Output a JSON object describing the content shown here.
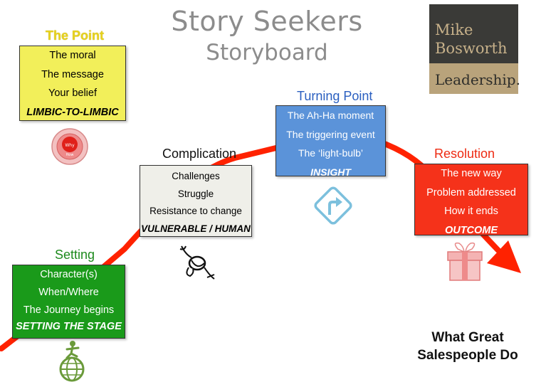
{
  "title": {
    "line1": "Story Seekers",
    "line2": "Storyboard"
  },
  "logo": {
    "line1": "Mike",
    "line2": "Bosworth",
    "line3": "Leadership."
  },
  "point": {
    "heading": "The Point",
    "lines": [
      "The moral",
      "The message",
      "Your belief"
    ],
    "emphasis": "LIMBIC-TO-LIMBIC",
    "icon_labels": [
      "Why",
      "How"
    ]
  },
  "setting": {
    "heading": "Setting",
    "lines": [
      "Character(s)",
      "When/Where",
      "The Journey begins"
    ],
    "emphasis": "SETTING THE STAGE"
  },
  "complication": {
    "heading": "Complication",
    "lines": [
      "Challenges",
      "Struggle",
      "Resistance to change"
    ],
    "emphasis": "VULNERABLE / HUMAN"
  },
  "turning_point": {
    "heading": "Turning Point",
    "lines": [
      "The Ah-Ha moment",
      "The triggering event",
      "The ‘light-bulb’"
    ],
    "emphasis": "INSIGHT"
  },
  "resolution": {
    "heading": "Resolution",
    "lines": [
      "The new way",
      "Problem addressed",
      "How it ends"
    ],
    "emphasis": "OUTCOME"
  },
  "tagline": {
    "line1": "What Great",
    "line2": "Salespeople Do"
  },
  "colors": {
    "arc": "#ff2200",
    "point_fill": "#f2ef5a",
    "point_heading": "#e6d11e",
    "setting_fill": "#1a9a1a",
    "setting_heading": "#1d8a1d",
    "complication_fill": "#efefe9",
    "turning_fill": "#5b93d9",
    "turning_heading": "#2a5fc0",
    "resolution_fill": "#f5321a",
    "resolution_heading": "#ee2a12",
    "title_gray": "#8c8c8c"
  },
  "icons": [
    "target-icon",
    "knot-icon",
    "turn-right-sign-icon",
    "gift-icon",
    "globe-climber-icon"
  ]
}
